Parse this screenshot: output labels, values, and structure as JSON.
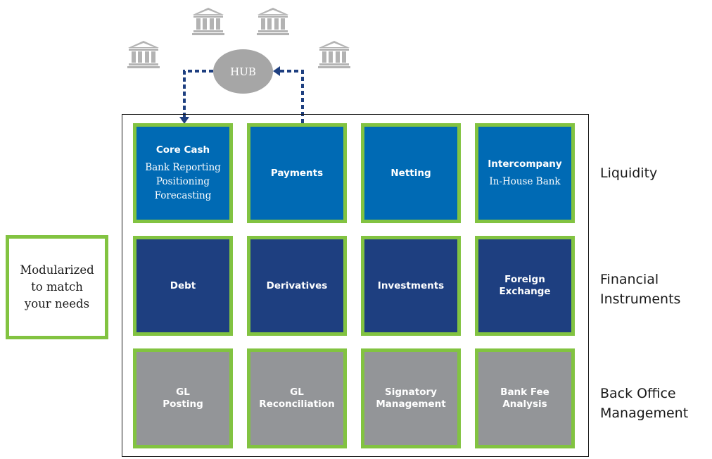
{
  "banks": [
    {
      "icon": "bank-icon"
    },
    {
      "icon": "bank-icon"
    },
    {
      "icon": "bank-icon"
    },
    {
      "icon": "bank-icon"
    }
  ],
  "hub": {
    "label": "HUB"
  },
  "callout": {
    "lines": [
      "Modularized",
      "to match",
      "your needs"
    ]
  },
  "rows": {
    "liquidity": {
      "label_lines": [
        "Liquidity"
      ],
      "modules": [
        {
          "title": [
            "Core Cash"
          ],
          "detail": [
            "Bank Reporting",
            "Positioning",
            "Forecasting"
          ]
        },
        {
          "title": [
            "Payments"
          ],
          "detail": []
        },
        {
          "title": [
            "Netting"
          ],
          "detail": []
        },
        {
          "title": [
            "Intercompany"
          ],
          "detail": [
            "In-House Bank"
          ]
        }
      ]
    },
    "instruments": {
      "label_lines": [
        "Financial",
        "Instruments"
      ],
      "modules": [
        {
          "title": [
            "Debt"
          ]
        },
        {
          "title": [
            "Derivatives"
          ]
        },
        {
          "title": [
            "Investments"
          ]
        },
        {
          "title": [
            "Foreign",
            "Exchange"
          ]
        }
      ]
    },
    "backoffice": {
      "label_lines": [
        "Back Office",
        "Management"
      ],
      "modules": [
        {
          "title": [
            "GL",
            "Posting"
          ]
        },
        {
          "title": [
            "GL",
            "Reconciliation"
          ]
        },
        {
          "title": [
            "Signatory",
            "Management"
          ]
        },
        {
          "title": [
            "Bank Fee",
            "Analysis"
          ]
        }
      ]
    }
  },
  "colors": {
    "liquidity": "#006ab4",
    "instruments": "#1e3f80",
    "backoffice": "#939598",
    "module_border": "#82c341",
    "connector": "#1e3f80",
    "bank_icon": "#b3b3b3",
    "hub": "#a6a6a6"
  }
}
